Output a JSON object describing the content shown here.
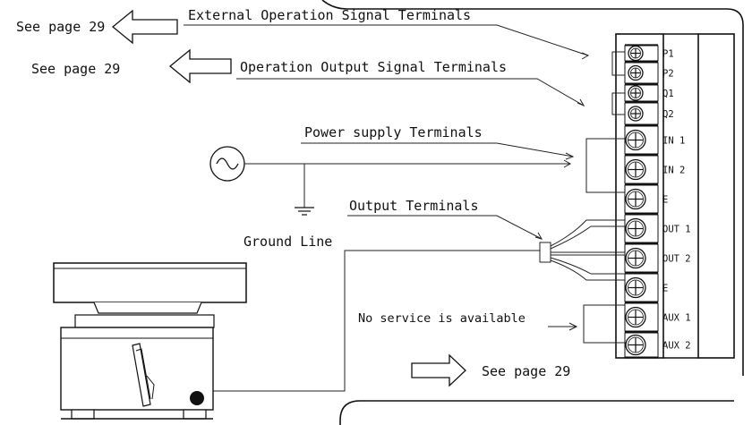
{
  "callouts": {
    "ext_signal": "External Operation Signal Terminals",
    "op_output": "Operation Output Signal Terminals",
    "power": "Power supply Terminals",
    "output": "Output Terminals",
    "ground": "Ground Line",
    "no_service": "No service is available"
  },
  "page_refs": {
    "top_left": "See page 29",
    "middle_left": "See page 29",
    "bottom": "See page 29"
  },
  "terminals": [
    "P1",
    "P2",
    "Q1",
    "Q2",
    "IN 1",
    "IN 2",
    "E",
    "OUT 1",
    "OUT 2",
    "E",
    "AUX 1",
    "AUX 2"
  ],
  "icons": {
    "ac_source": "ac-source-icon",
    "earth": "earth-ground-icon",
    "screw": "screw-terminal-icon",
    "arrow": "hollow-arrow-icon"
  },
  "colors": {
    "ink": "#111111",
    "paper": "#ffffff"
  }
}
